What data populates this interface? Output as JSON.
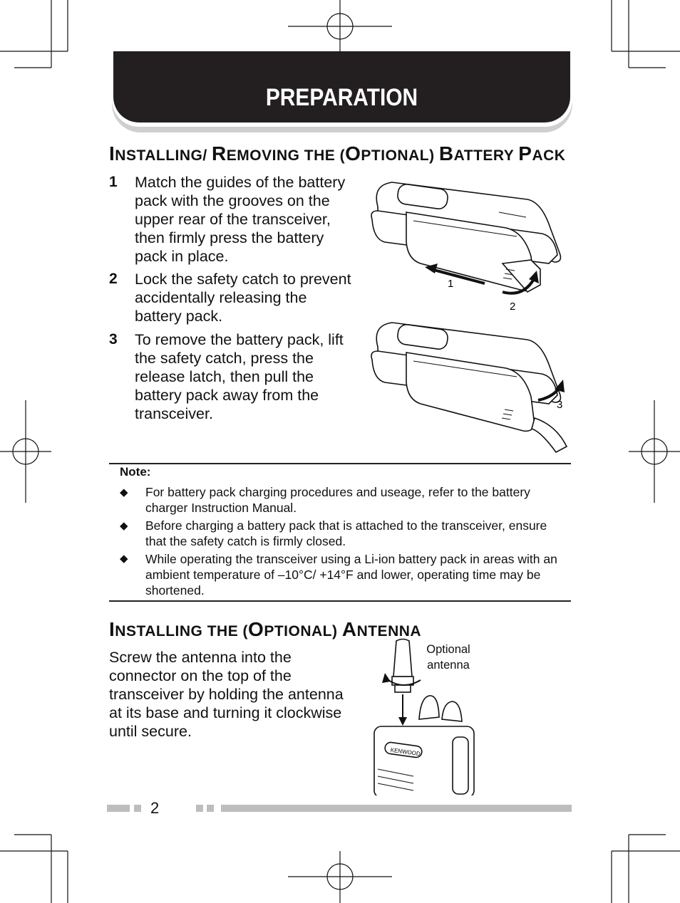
{
  "header": {
    "title": "PREPARATION"
  },
  "battery_section": {
    "title_parts": [
      {
        "cap": "I",
        "rest": "NSTALLING/ "
      },
      {
        "cap": "R",
        "rest": "EMOVING THE ("
      },
      {
        "cap": "O",
        "rest": "PTIONAL) "
      },
      {
        "cap": "B",
        "rest": "ATTERY "
      },
      {
        "cap": "P",
        "rest": "ACK"
      }
    ],
    "steps": [
      {
        "num": "1",
        "text": "Match the guides of the battery pack with the grooves on the upper rear of the transceiver, then firmly press the battery pack in place."
      },
      {
        "num": "2",
        "text": "Lock the safety catch to prevent accidentally releasing the battery pack."
      },
      {
        "num": "3",
        "text": "To remove the battery pack, lift the safety catch, press the release latch, then pull the battery pack away from the transceiver."
      }
    ],
    "figure_labels": {
      "a": "1",
      "b": "2",
      "c": "3"
    }
  },
  "note": {
    "label": "Note:",
    "bullet_symbol": "◆",
    "items": [
      "For battery pack charging procedures and useage, refer to the battery charger Instruction Manual.",
      "Before charging a battery pack that is attached to the transceiver, ensure that the safety catch is firmly closed.",
      "While operating the transceiver using a Li-ion battery pack in areas with an ambient temperature of –10°C/ +14°F and lower, operating time may be shortened."
    ]
  },
  "antenna_section": {
    "title_parts": [
      {
        "cap": "I",
        "rest": "NSTALLING THE ("
      },
      {
        "cap": "O",
        "rest": "PTIONAL) "
      },
      {
        "cap": "A",
        "rest": "NTENNA"
      }
    ],
    "body": "Screw the antenna into the connector on the top of the transceiver by holding the antenna at its base and turning it clockwise until secure.",
    "figure_label_line1": "Optional",
    "figure_label_line2": "antenna",
    "brand": "KENWOOD"
  },
  "footer": {
    "page_number": "2"
  }
}
